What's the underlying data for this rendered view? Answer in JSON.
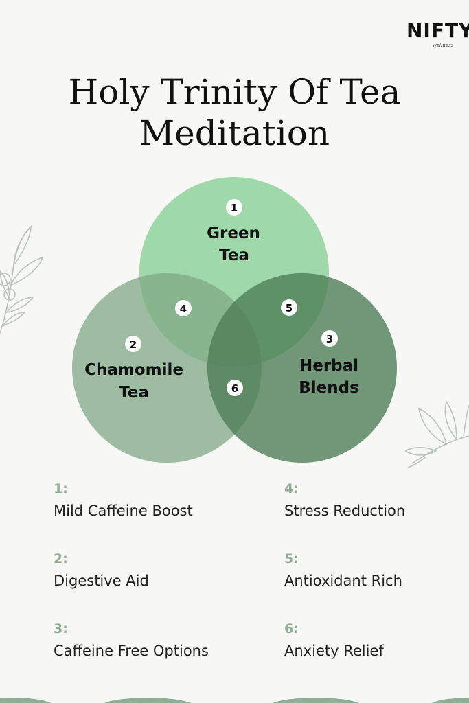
{
  "brand": {
    "name": "NIFTY",
    "tagline": "wellness"
  },
  "title": {
    "line1": "Holy Trinity Of Tea",
    "line2": "Meditation"
  },
  "colors": {
    "green_tea": "#8fd49b",
    "chamomile": "#7fa886",
    "herbal": "#4d7c54",
    "legend_number": "#8fae95",
    "background": "#f7f7f6"
  },
  "venn": {
    "circles": [
      {
        "label_line1": "Green",
        "label_line2": "Tea",
        "number": "1"
      },
      {
        "label_line1": "Chamomile",
        "label_line2": "Tea",
        "number": "2"
      },
      {
        "label_line1": "Herbal",
        "label_line2": "Blends",
        "number": "3"
      }
    ],
    "overlap_numbers": [
      "4",
      "5",
      "6"
    ]
  },
  "legend": [
    {
      "num": "1:",
      "text": "Mild Caffeine Boost"
    },
    {
      "num": "2:",
      "text": "Digestive Aid"
    },
    {
      "num": "3:",
      "text": "Caffeine Free Options"
    },
    {
      "num": "4:",
      "text": "Stress Reduction"
    },
    {
      "num": "5:",
      "text": "Antioxidant Rich"
    },
    {
      "num": "6:",
      "text": "Anxiety Relief"
    }
  ]
}
